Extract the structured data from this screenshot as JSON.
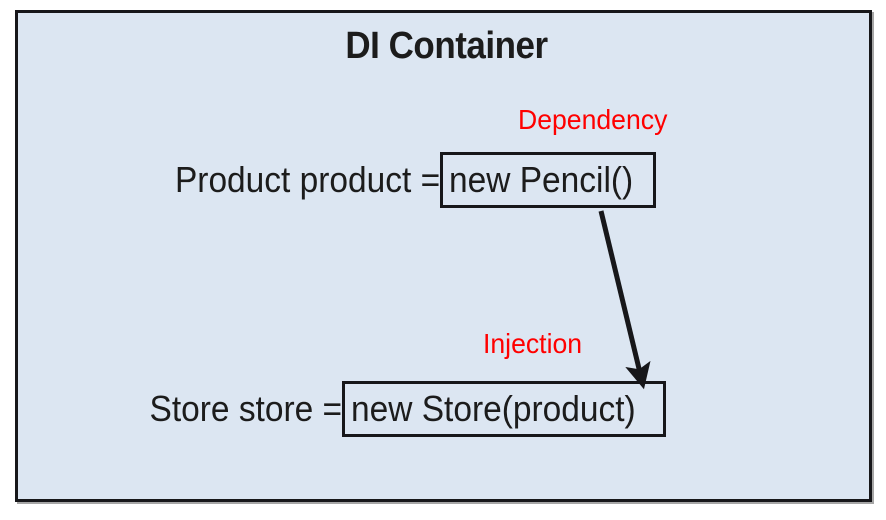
{
  "diagram": {
    "title": "DI Container",
    "background_color": "#dce6f2",
    "border_color": "#17171a",
    "accent_color": "#ff0000",
    "text_color": "#1c1c1c"
  },
  "annotations": {
    "dependency": "Dependency",
    "injection": "Injection"
  },
  "statements": [
    {
      "id": "product-declaration",
      "lhs": "Product product =",
      "expression": "new Pencil()"
    },
    {
      "id": "store-declaration",
      "lhs": "Store store =",
      "expression": "new Store(product)"
    }
  ],
  "arrow": {
    "label": "injection-arrow",
    "from": "new Pencil()",
    "to": "new Store(product)",
    "color": "#17171a"
  }
}
